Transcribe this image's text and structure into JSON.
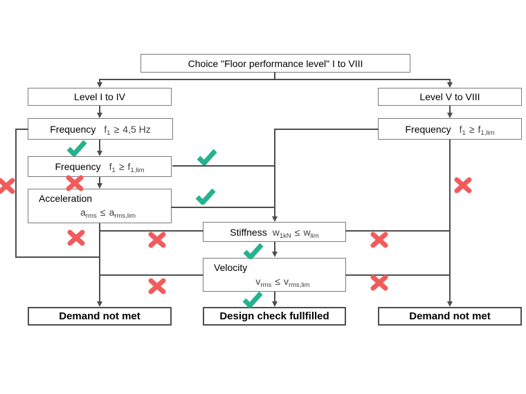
{
  "flowchart": {
    "choice_box": "Choice \"Floor performance level\" I to VIII",
    "left_branch": {
      "level": "Level I to IV",
      "frequency_basic": {
        "title": "Frequency",
        "sym": "f",
        "sym_sub": "1",
        "op": "≥",
        "limit": "4,5 Hz"
      },
      "frequency_limit": {
        "title": "Frequency",
        "sym": "f",
        "sym_sub": "1",
        "op": "≥",
        "lim_sym": "f",
        "lim_sub": "1,lim"
      },
      "acceleration": {
        "title": "Acceleration",
        "sym": "a",
        "sym_sub": "rms",
        "op": "≤",
        "lim_sym": "a",
        "lim_sub": "rms,lim"
      },
      "result": "Demand not met"
    },
    "middle_branch": {
      "stiffness": {
        "title": "Stiffness",
        "sym": "w",
        "sym_sub": "1kN",
        "op": "≤",
        "lim_sym": "w",
        "lim_sub": "lim"
      },
      "velocity": {
        "title": "Velocity",
        "sym": "v",
        "sym_sub": "rms",
        "op": "≤",
        "lim_sym": "v",
        "lim_sub": "rms,lim"
      },
      "result": "Design check fullfilled"
    },
    "right_branch": {
      "level": "Level V to VIII",
      "frequency_limit": {
        "title": "Frequency",
        "sym": "f",
        "sym_sub": "1",
        "op": "≥",
        "lim_sym": "f",
        "lim_sub": "1,lim"
      },
      "result": "Demand not met"
    }
  },
  "icons": {
    "pass_icon": "✔",
    "fail_icon": "✖"
  },
  "colors": {
    "pass": "#26b28e",
    "fail": "#f15b5b",
    "line": "#4d4d4d",
    "box_border": "#7a7a7a",
    "result_border": "#4d4d4d",
    "formula_text": "#404040",
    "text": "#000000",
    "background": "#ffffff"
  }
}
